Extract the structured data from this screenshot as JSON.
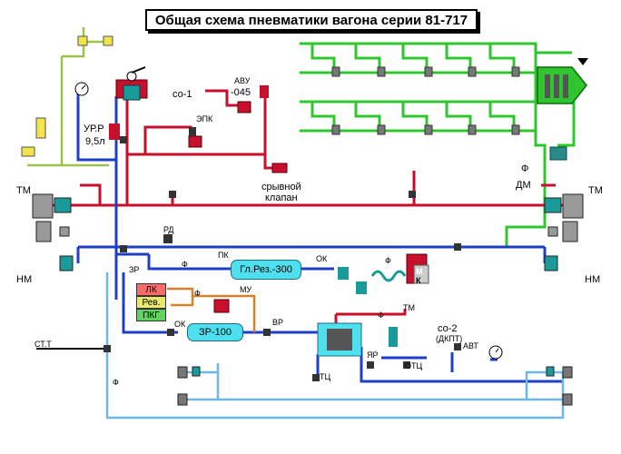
{
  "title": "Общая схема пневматики вагона  серии 81-717",
  "labels": {
    "tm_left": "ТМ",
    "tm_right": "ТМ",
    "nm_left": "НМ",
    "nm_right": "НМ",
    "ur_r": "УР.Р",
    "ur_vol": "9,5л",
    "co1": "со-1",
    "epk": "ЭПК",
    "avu": "АВУ",
    "avu_num": "-045",
    "sryvnoy": "срывной",
    "klapan": "клапан",
    "f_dm": "Ф",
    "dm": "ДМ",
    "rd": "РД",
    "pk": "ПК",
    "f_pk": "Ф",
    "zr": "ЗР",
    "gl_rez": "Гл.Рез.-300",
    "ok_top": "ОК",
    "f_top": "Ф",
    "mk_m": "М",
    "mk_k": "К",
    "lk": "ЛК",
    "rev": "Рев.",
    "pkg": "ПКГ",
    "f_mid": "Ф",
    "mu": "МУ",
    "ok_bottom": "ОК",
    "zr100": "ЗР-100",
    "vr": "ВР",
    "tm_mid": "ТМ",
    "f_mid2": "Ф",
    "co2": "со-2",
    "dkpt": "(ДКПТ)",
    "avt": "АВТ",
    "yar": "ЯР",
    "otc": "ОТЦ",
    "tc": "ТЦ",
    "st_t": "СТ.Т",
    "f_st": "Ф"
  },
  "colors": {
    "tm_line": "#c8102e",
    "nm_line": "#1f3fc8",
    "green_line": "#2ec52e",
    "light_blue": "#6fb7e8",
    "orange": "#d9822b",
    "olive": "#9bc34a",
    "tank": "#4fe0f0",
    "lk": "#ff6a6a",
    "rev": "#e8e86a",
    "pkg": "#5ed35e"
  },
  "icons": [
    "valve-icon",
    "gauge-icon",
    "coupler-icon",
    "compressor-icon",
    "brake-cylinder-icon"
  ]
}
